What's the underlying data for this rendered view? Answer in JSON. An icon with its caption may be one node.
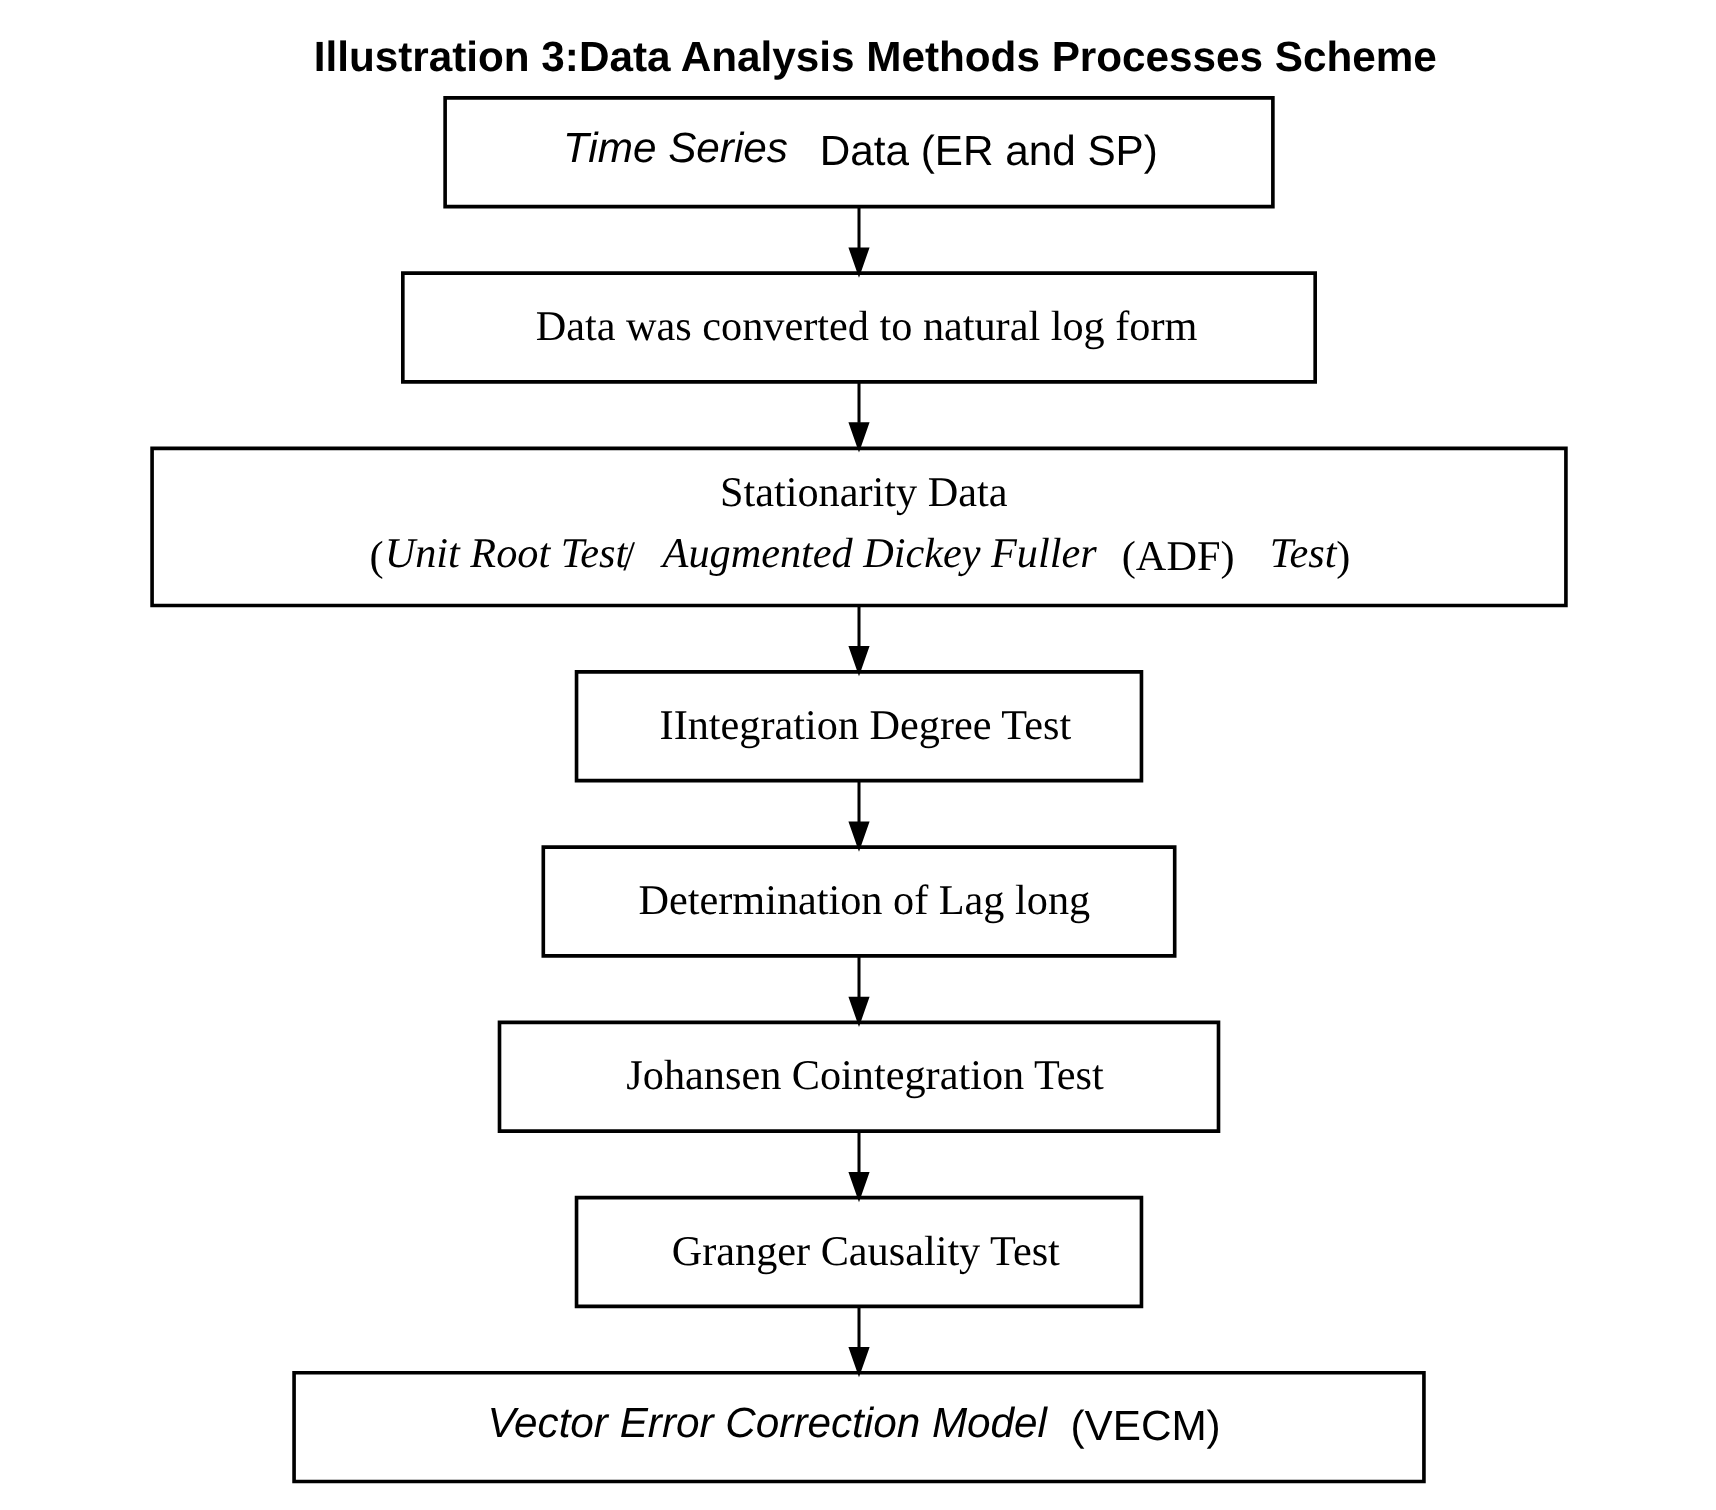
{
  "diagram": {
    "title": "Illustration 3:Data Analysis Methods Processes Scheme",
    "nodes": [
      {
        "text": [
          "*Time Series* Data (ER and SP)"
        ]
      },
      {
        "text": [
          "Data was converted to natural log form"
        ]
      },
      {
        "text": [
          "Stationarity Data",
          "(*Unit Root Test*/ *Augmented Dickey Fuller* (ADF) *Test*)"
        ]
      },
      {
        "text": [
          "IIntegration Degree Test"
        ]
      },
      {
        "text": [
          "Determination of Lag long"
        ]
      },
      {
        "text": [
          "Johansen Cointegration Test"
        ]
      },
      {
        "text": [
          "Granger Causality Test"
        ]
      },
      {
        "text": [
          "*Vector Error Correction Model* (VECM)"
        ]
      }
    ],
    "edges": [
      {
        "from": 0,
        "to": 1,
        "arrow": "to"
      },
      {
        "from": 1,
        "to": 2,
        "arrow": "to"
      },
      {
        "from": 2,
        "to": 3,
        "arrow": "to"
      },
      {
        "from": 3,
        "to": 4,
        "arrow": "to"
      },
      {
        "from": 4,
        "to": 5,
        "arrow": "to"
      },
      {
        "from": 5,
        "to": 6,
        "arrow": "to"
      },
      {
        "from": 6,
        "to": 7,
        "arrow": "to"
      }
    ]
  }
}
